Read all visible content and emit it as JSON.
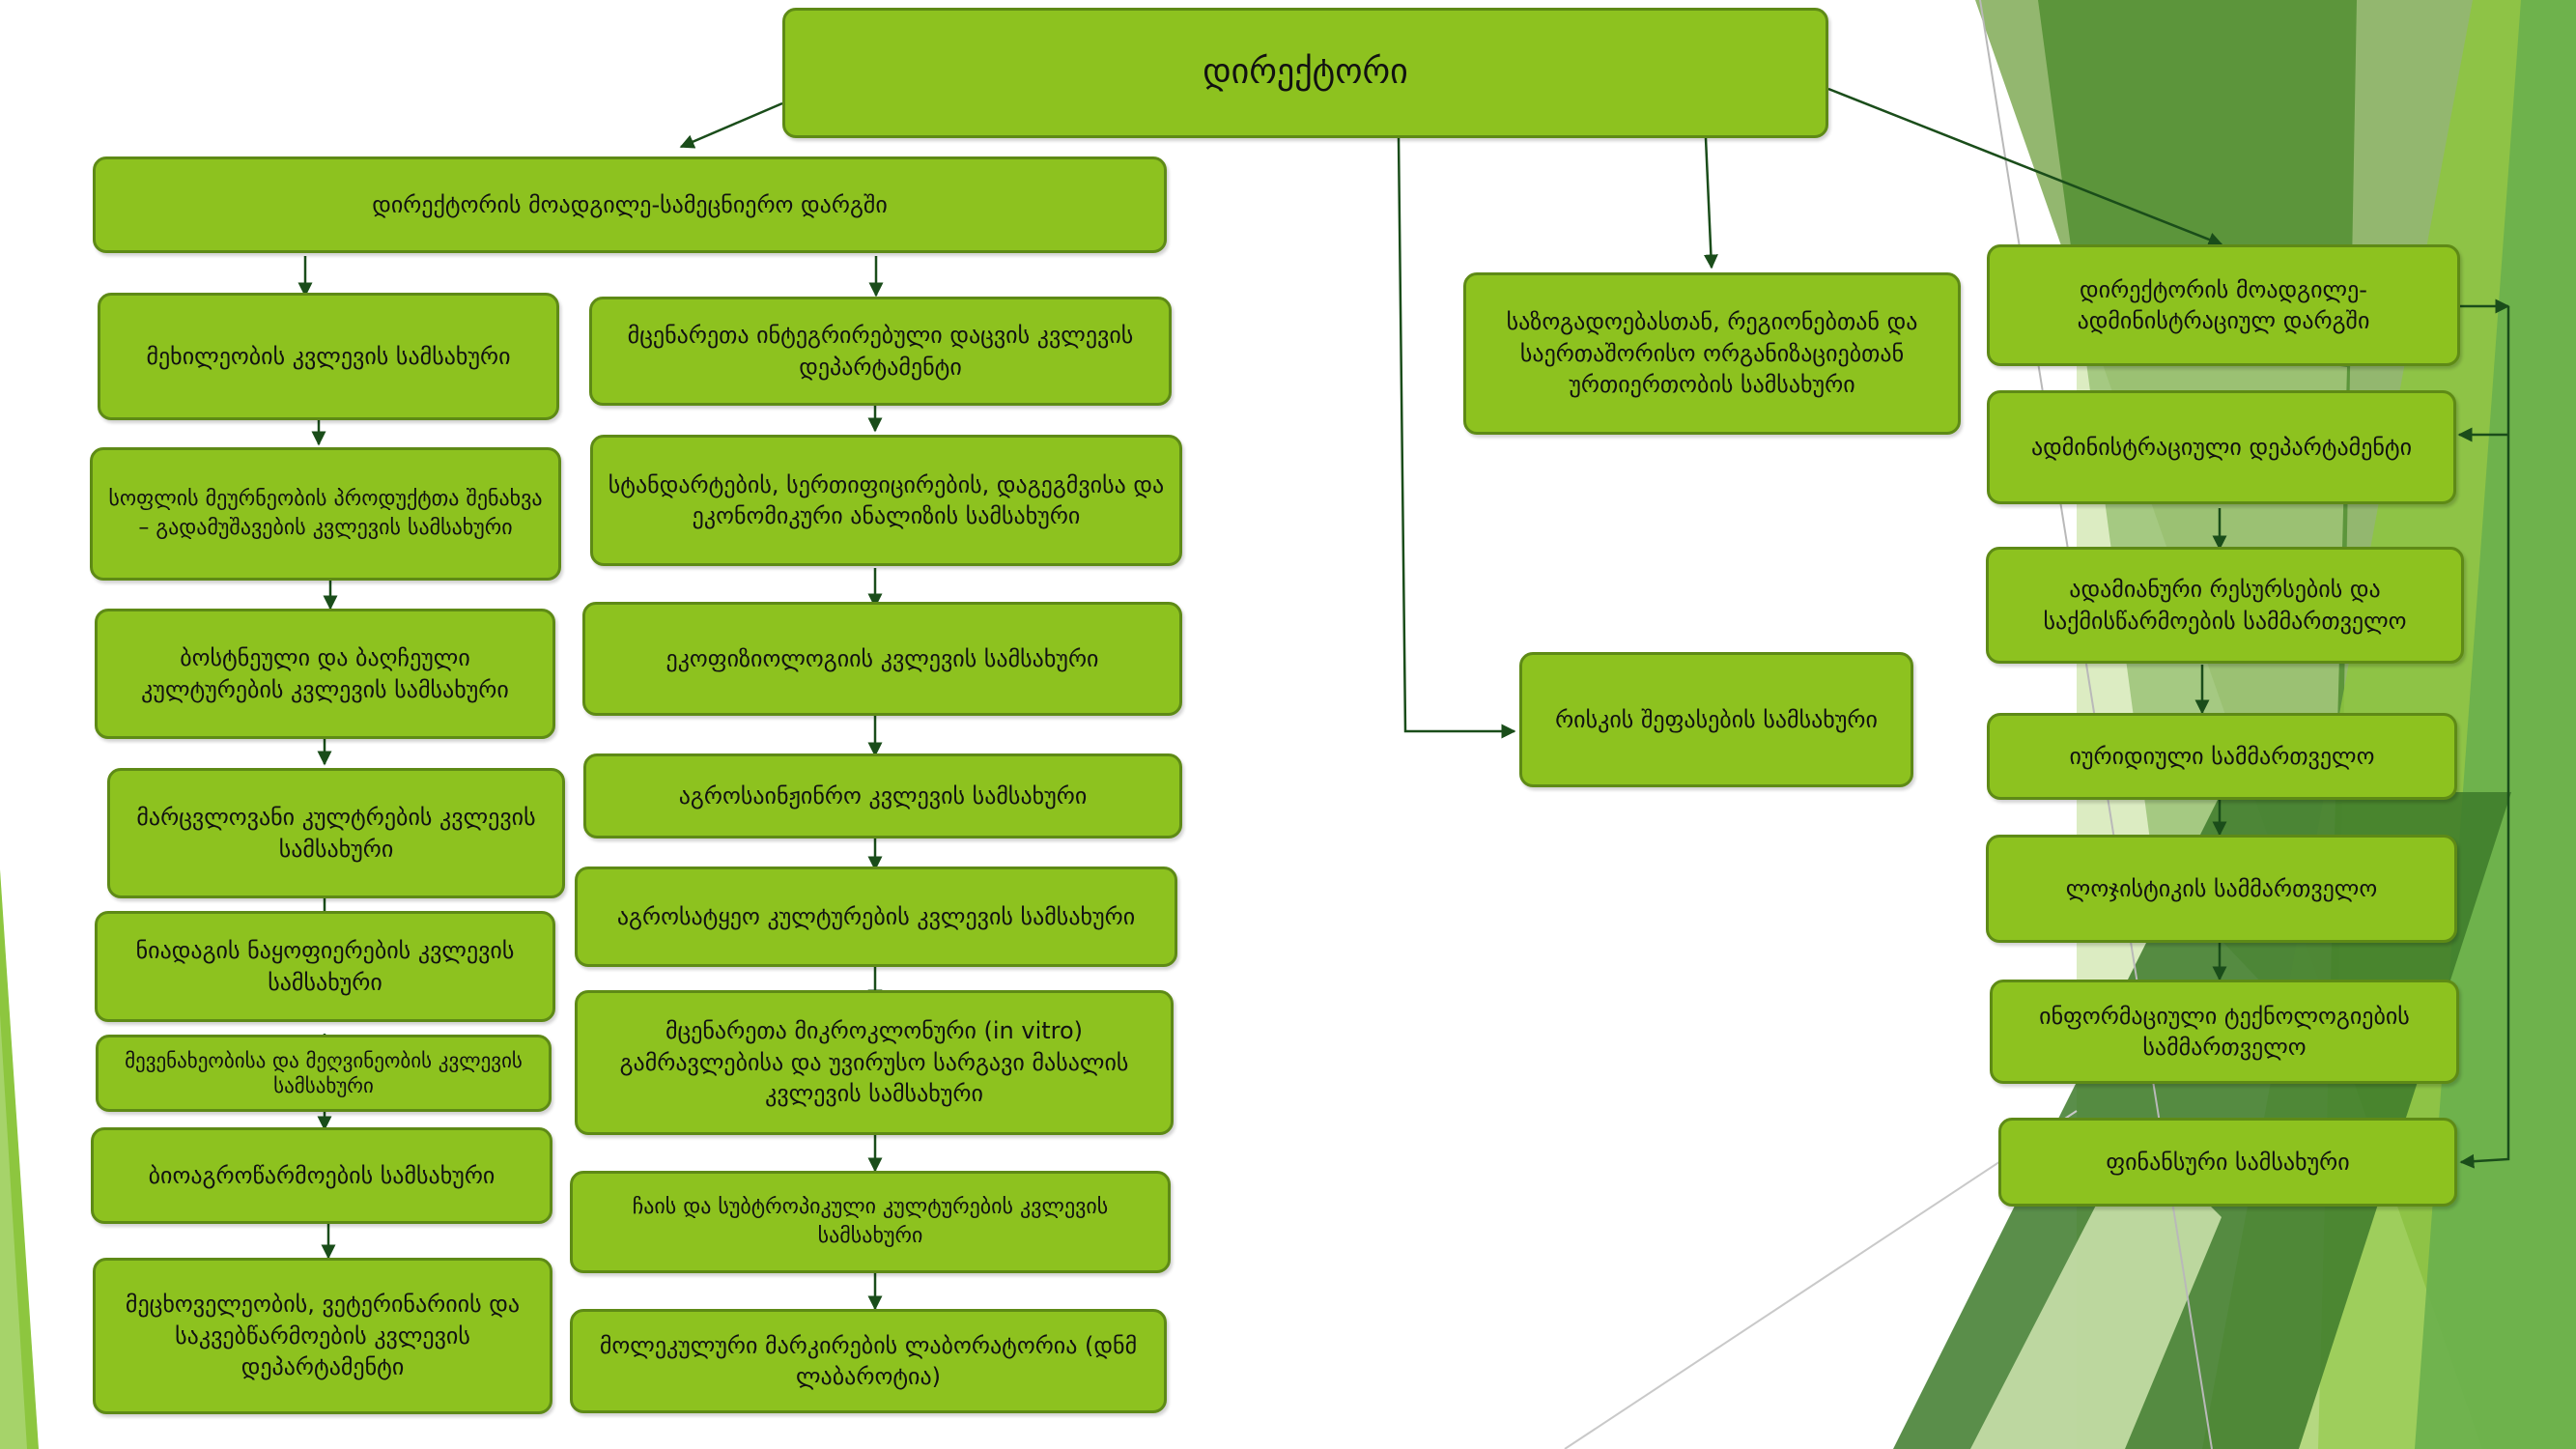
{
  "director": "დირექტორი",
  "deputies": {
    "science": "დირექტორის მოადგილე-სამეცნიერო დარგში",
    "admin": "დირექტორის მოადგილე-ადმინისტრაციულ დარგში"
  },
  "center": {
    "public_relations": "საზოგადოებასთან, რეგიონებთან და საერთაშორისო ორგანიზაციებთან ურთიერთობის სამსახური",
    "risk": "რისკის შეფასების სამსახური"
  },
  "science_left": [
    "მეხილეობის კვლევის სამსახური",
    "სოფლის მეურნეობის პროდუქტთა შენახვა – გადამუშავების კვლევის სამსახური",
    "ბოსტნეული და ბაღჩეული კულტურების კვლევის სამსახური",
    "მარცვლოვანი კულტრების კვლევის სამსახური",
    "ნიადაგის ნაყოფიერების კვლევის სამსახური",
    "მევენახეობისა და მეღვინეობის კვლევის სამსახური",
    "ბიოაგროწარმოების სამსახური",
    "მეცხოველეობის, ვეტერინარიის და საკვებწარმოების კვლევის დეპარტამენტი"
  ],
  "science_right": [
    "მცენარეთა ინტეგრირებული დაცვის კვლევის დეპარტამენტი",
    "სტანდარტების, სერთიფიცირების, დაგეგმვისა და ეკონომიკური ანალიზის სამსახური",
    "ეკოფიზიოლოგიის კვლევის სამსახური",
    "აგროსაინჟინრო კვლევის სამსახური",
    "აგროსატყეო კულტურების კვლევის სამსახური",
    "მცენარეთა მიკროკლონური (in vitro) გამრავლებისა და უვირუსო სარგავი მასალის კვლევის სამსახური",
    "ჩაის და სუბტროპიკული კულტურების კვლევის სამსახური",
    "მოლეკულური მარკირების ლაბორატორია (დნმ ლაბაროტია)"
  ],
  "admin_units": [
    "ადმინისტრაციული დეპარტამენტი",
    "ადამიანური რესურსების და საქმისწარმოების სამმართველო",
    "იურიდიული სამმართველო",
    "ლოჯისტიკის სამმართველო",
    "ინფორმაციული ტექნოლოგიების სამმართველო",
    "ფინანსური სამსახური"
  ],
  "colors": {
    "box_fill": "#8dc21f",
    "box_border": "#5e8a16",
    "connector": "#1a4d1a",
    "decor_dark": "#4a8a2a",
    "decor_light": "#c5e09a"
  }
}
